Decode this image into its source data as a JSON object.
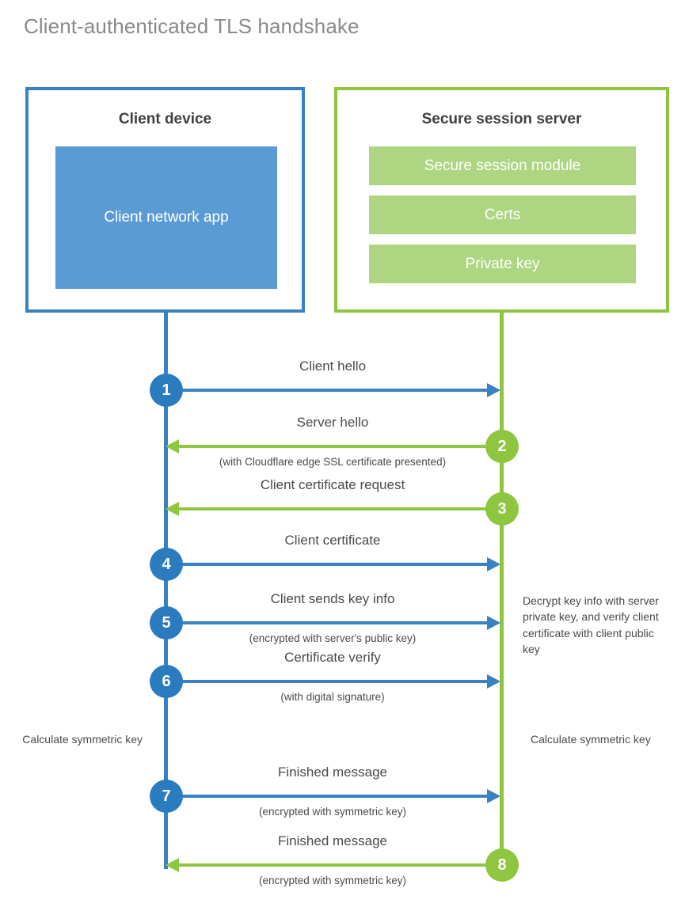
{
  "title": "Client-authenticated TLS handshake",
  "colors": {
    "client_blue": "#3a81c3",
    "client_app_blue": "#5b9bd5",
    "badge_blue": "#2b7cbf",
    "server_green": "#8ec63f",
    "server_bar_green": "#aed581",
    "text_gray": "#4a4a4a",
    "title_gray": "#8a8a8a"
  },
  "client": {
    "title": "Client device",
    "app_label": "Client network app"
  },
  "server": {
    "title": "Secure session server",
    "components": [
      "Secure session module",
      "Certs",
      "Private key"
    ]
  },
  "messages": [
    {
      "step": "1",
      "direction": "right",
      "color": "blue",
      "label": "Client hello",
      "sublabel": ""
    },
    {
      "step": "2",
      "direction": "left",
      "color": "green",
      "label": "Server hello",
      "sublabel": "(with Cloudflare edge SSL certificate presented)"
    },
    {
      "step": "3",
      "direction": "left",
      "color": "green",
      "label": "Client certificate request",
      "sublabel": ""
    },
    {
      "step": "4",
      "direction": "right",
      "color": "blue",
      "label": "Client certificate",
      "sublabel": ""
    },
    {
      "step": "5",
      "direction": "right",
      "color": "blue",
      "label": "Client sends key info",
      "sublabel": "(encrypted with server's public key)"
    },
    {
      "step": "6",
      "direction": "right",
      "color": "blue",
      "label": "Certificate verify",
      "sublabel": "(with digital signature)"
    },
    {
      "step": "7",
      "direction": "right",
      "color": "blue",
      "label": "Finished message",
      "sublabel": "(encrypted with symmetric key)"
    },
    {
      "step": "8",
      "direction": "left",
      "color": "green",
      "label": "Finished message",
      "sublabel": "(encrypted with symmetric key)"
    }
  ],
  "notes": {
    "decrypt": "Decrypt key info with server private key, and verify client certificate with client public key",
    "calculate_symmetric_key_client": "Calculate symmetric key",
    "calculate_symmetric_key_server": "Calculate symmetric key"
  }
}
